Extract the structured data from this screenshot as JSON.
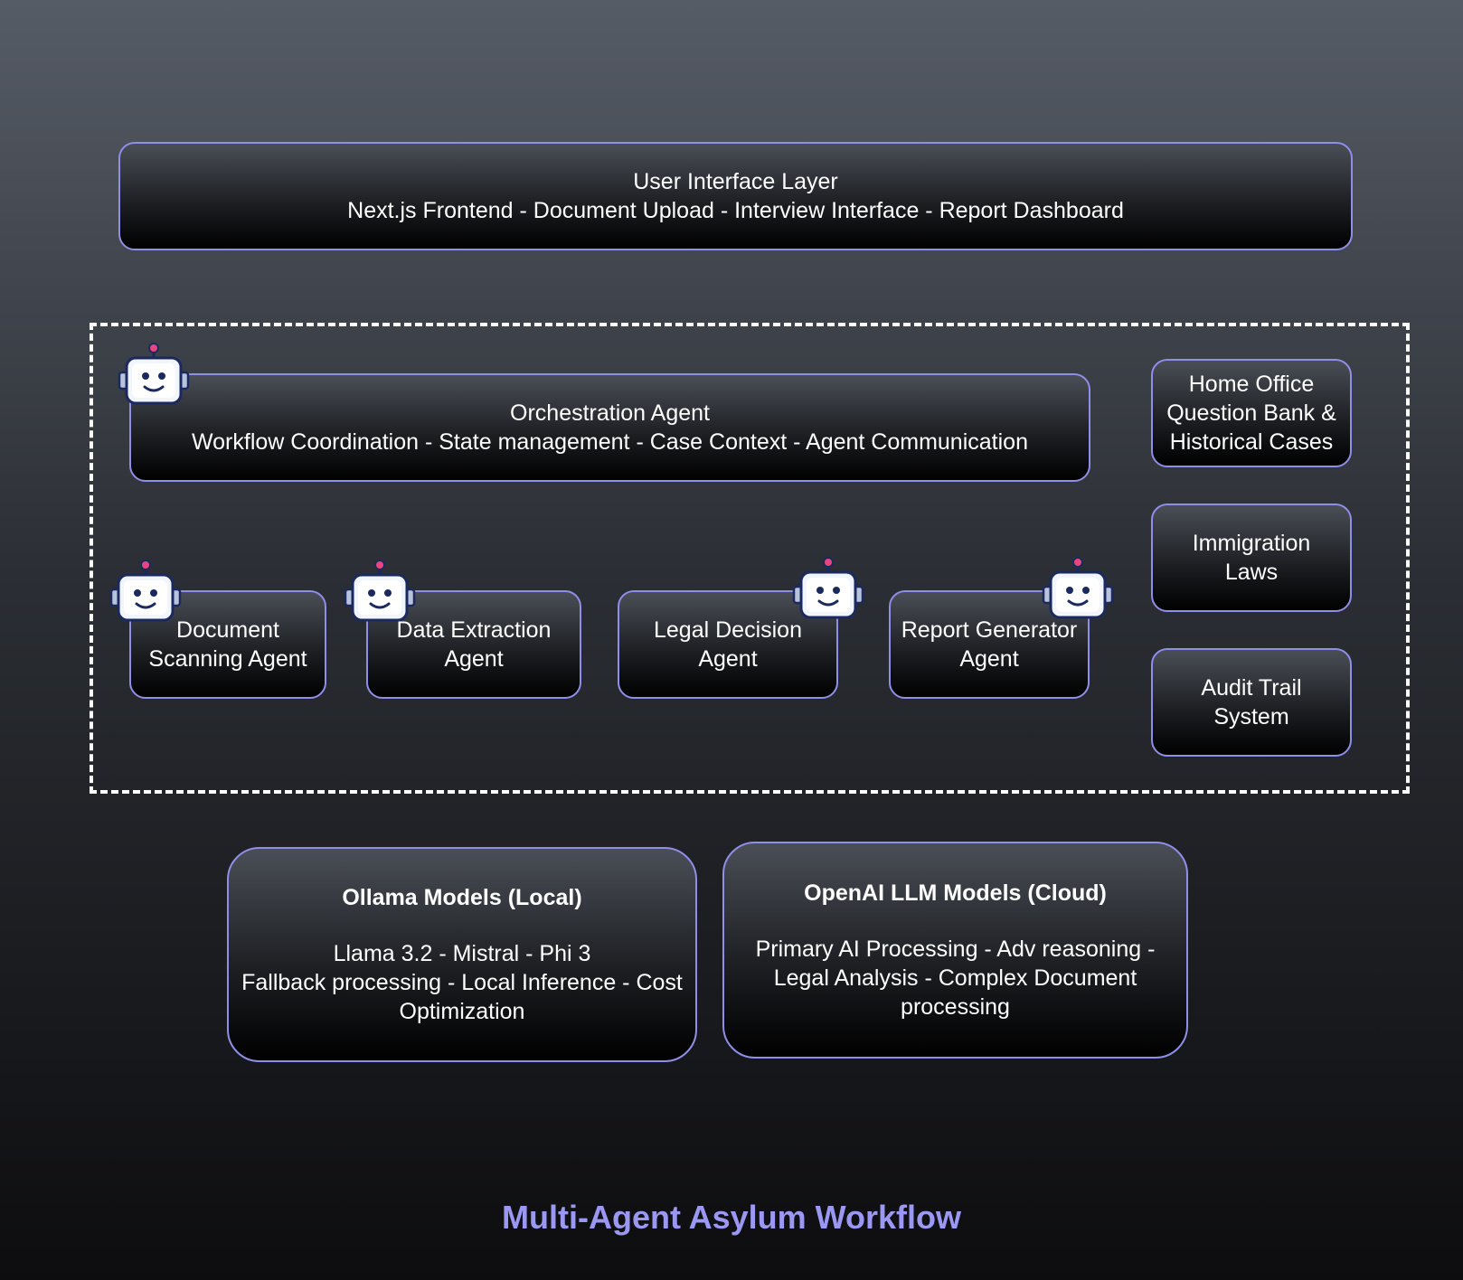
{
  "ui_layer": {
    "title": "User Interface Layer",
    "subtitle": "Next.js Frontend - Document Upload - Interview Interface - Report  Dashboard"
  },
  "orchestration": {
    "title": "Orchestration Agent",
    "subtitle": "Workflow Coordination - State management - Case Context - Agent Communication"
  },
  "agents": [
    {
      "line1": "Document",
      "line2": "Scanning Agent"
    },
    {
      "line1": "Data Extraction",
      "line2": "Agent"
    },
    {
      "line1": "Legal Decision",
      "line2": "Agent"
    },
    {
      "line1": "Report Generator",
      "line2": "Agent"
    }
  ],
  "side_boxes": [
    {
      "lines": [
        "Home Office",
        "Question Bank &",
        "Historical Cases"
      ]
    },
    {
      "lines": [
        "Immigration",
        "Laws"
      ]
    },
    {
      "lines": [
        "Audit Trail",
        "System"
      ]
    }
  ],
  "ollama": {
    "title": "Ollama Models (Local)",
    "line1": "Llama 3.2 - Mistral - Phi 3",
    "line2": "Fallback processing - Local Inference - Cost",
    "line3": "Optimization"
  },
  "openai": {
    "title": "OpenAI LLM Models (Cloud)",
    "line1": "Primary AI Processing - Adv reasoning -",
    "line2": "Legal Analysis - Complex Document",
    "line3": "processing"
  },
  "footer": {
    "title": "Multi-Agent Asylum Workflow"
  }
}
